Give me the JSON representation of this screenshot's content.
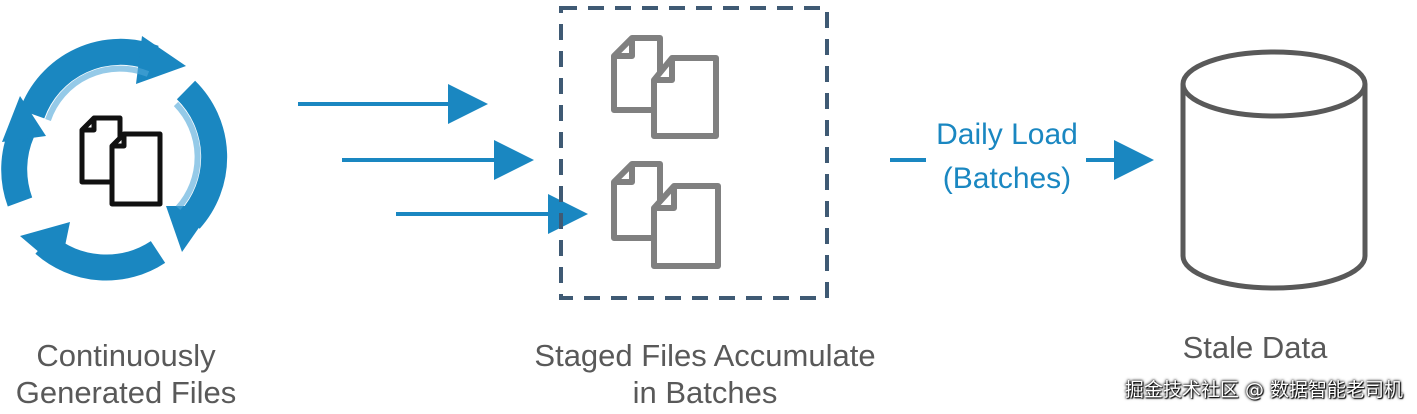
{
  "source": {
    "caption_line1": "Continuously",
    "caption_line2": "Generated Files",
    "icon": "refresh-cycle-files-icon"
  },
  "staging": {
    "caption_line1": "Staged Files Accumulate",
    "caption_line2": "in Batches",
    "icon": "file-batch-icon"
  },
  "load": {
    "label_line1": "Daily Load",
    "label_line2": "(Batches)"
  },
  "target": {
    "caption": "Stale Data",
    "icon": "database-cylinder-icon"
  },
  "watermark": "掘金技术社区 @ 数据智能老司机",
  "colors": {
    "accent": "#1a87c1",
    "file_gray": "#808080",
    "dashed_border": "#3f5a74",
    "cylinder": "#595959",
    "caption_text": "#595959"
  }
}
